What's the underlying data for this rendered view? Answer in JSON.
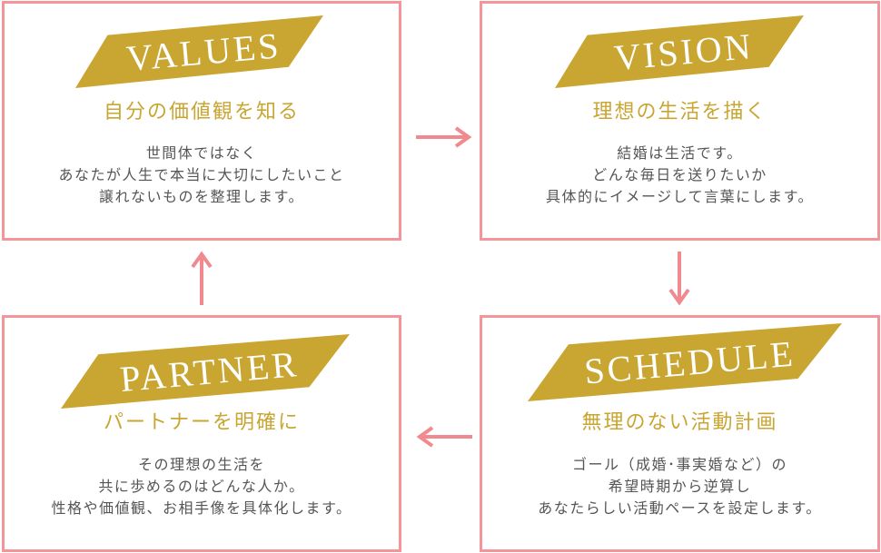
{
  "colors": {
    "border": "#f49599",
    "gold": "#c9a531",
    "arrow": "#f08a8f"
  },
  "cards": [
    {
      "title": "VALUES",
      "subtitle": "自分の価値観を知る",
      "lines": [
        "世間体ではなく",
        "あなたが人生で本当に大切にしたいこと",
        "譲れないものを整理します。"
      ]
    },
    {
      "title": "VISION",
      "subtitle": "理想の生活を描く",
      "lines": [
        "結婚は生活です。",
        "どんな毎日を送りたいか",
        "具体的にイメージして言葉にします。"
      ]
    },
    {
      "title": "SCHEDULE",
      "subtitle": "無理のない活動計画",
      "lines": [
        "ゴール（成婚･事実婚など）の",
        "希望時期から逆算し",
        "あなたらしい活動ペースを設定します。"
      ]
    },
    {
      "title": "PARTNER",
      "subtitle": "パートナーを明確に",
      "lines": [
        "その理想の生活を",
        "共に歩めるのはどんな人か。",
        "性格や価値観、お相手像を具体化します。"
      ]
    }
  ]
}
